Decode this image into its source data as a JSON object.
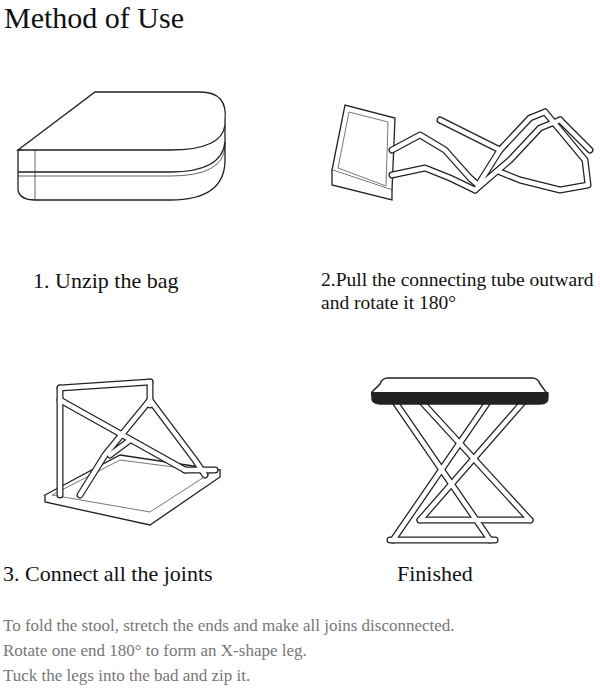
{
  "diagram": {
    "title": "Method of Use",
    "labels": [
      "1. Unzip the bag",
      "2.Pull the connecting tube outward and rotate it 180°",
      "3. Connect all the joints",
      "Finished",
      "To fold the stool, stretch the ends and make all joins disconnected.",
      "Rotate one end 180° to form an X-shape leg.",
      "Tuck the legs into the bad and zip it."
    ]
  }
}
